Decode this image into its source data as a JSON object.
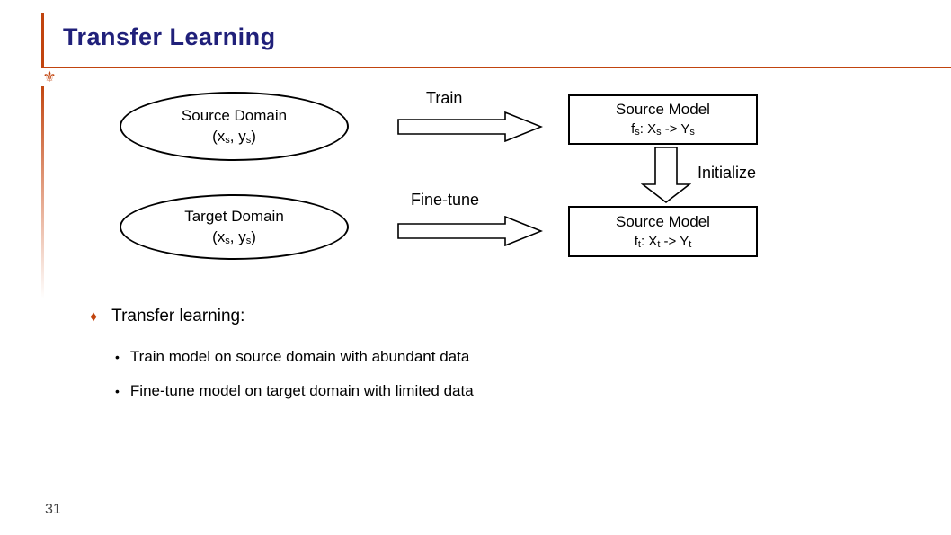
{
  "slide": {
    "title": "Transfer Learning",
    "page_number": "31",
    "accent_color": "#C1440E",
    "title_color": "#20207A",
    "rail_badge_icon": "fleuron-icon"
  },
  "diagram": {
    "nodes": [
      {
        "id": "source-domain",
        "shape": "ellipse",
        "line1": "Source Domain",
        "line2_prefix": "(x",
        "line2_sub1": "s",
        "line2_mid": ", y",
        "line2_sub2": "s",
        "line2_suffix": ")"
      },
      {
        "id": "target-domain",
        "shape": "ellipse",
        "line1": "Target Domain",
        "line2_prefix": "(x",
        "line2_sub1": "s",
        "line2_mid": ", y",
        "line2_sub2": "s",
        "line2_suffix": ")"
      },
      {
        "id": "source-model-fs",
        "shape": "rectangle",
        "line1": "Source Model",
        "line2_prefix": "f",
        "line2_sub1": "s",
        "line2_mid": ": X",
        "line2_sub2": "s",
        "line2_mid2": " -> Y",
        "line2_sub3": "s",
        "line2_suffix": ""
      },
      {
        "id": "source-model-ft",
        "shape": "rectangle",
        "line1": "Source Model",
        "line2_prefix": "f",
        "line2_sub1": "t",
        "line2_mid": ": X",
        "line2_sub2": "t",
        "line2_mid2": " -> Y",
        "line2_sub3": "t",
        "line2_suffix": ""
      }
    ],
    "labels": {
      "train": "Train",
      "fine_tune": "Fine-tune",
      "initialize": "Initialize"
    }
  },
  "bullets": {
    "level1": [
      {
        "marker": "♦",
        "text": "Transfer learning:"
      }
    ],
    "level2": [
      {
        "marker": "•",
        "text": "Train model on source domain with abundant data"
      },
      {
        "marker": "•",
        "text": "Fine-tune model on target domain with limited data"
      }
    ]
  }
}
